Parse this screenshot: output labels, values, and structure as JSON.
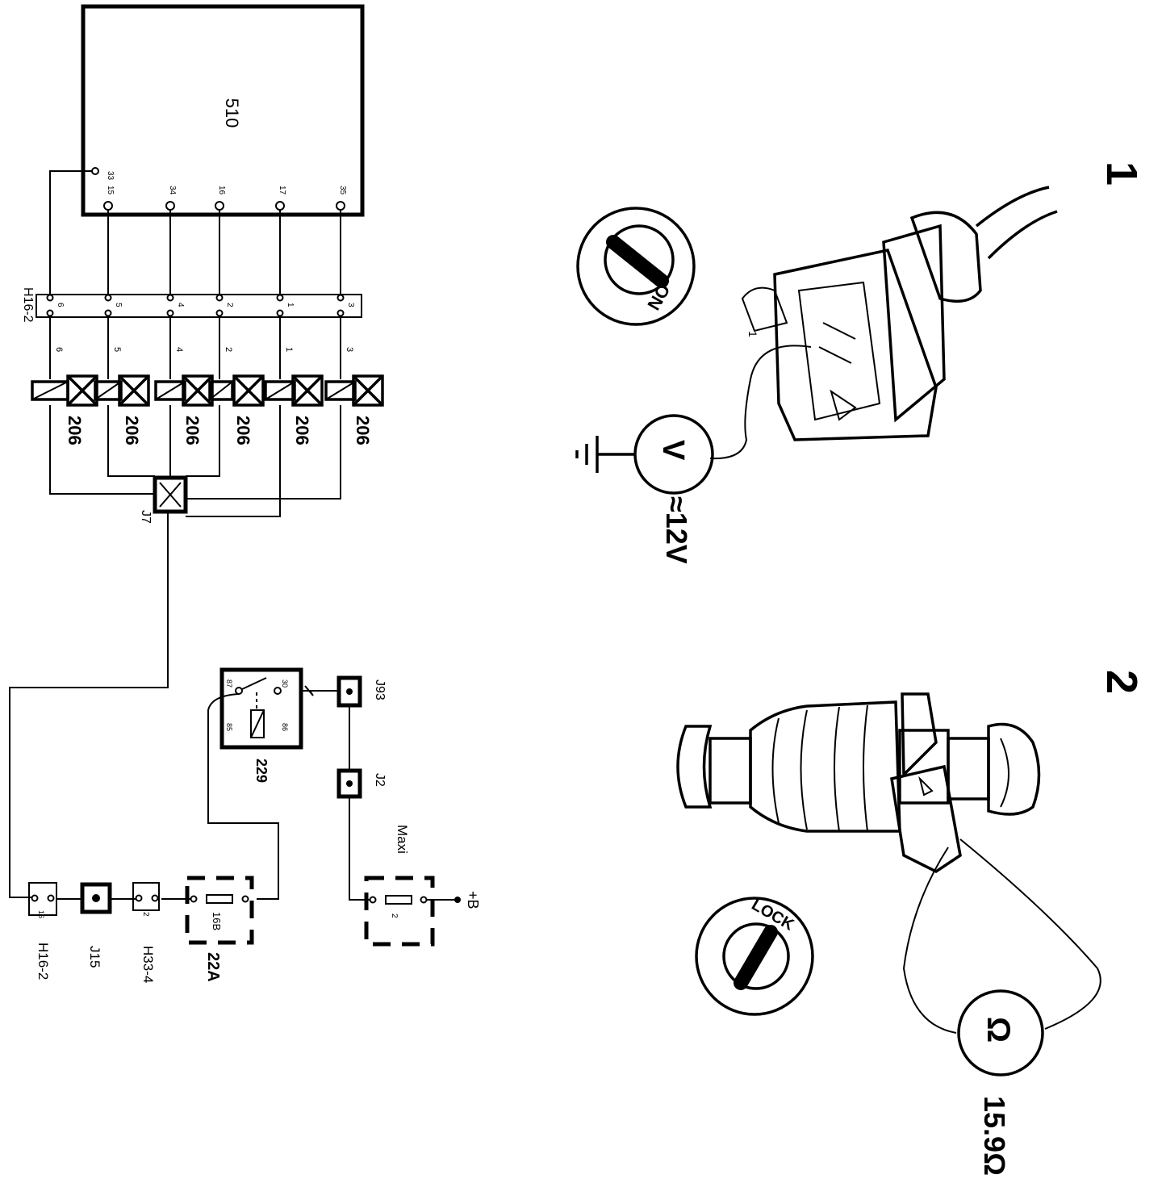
{
  "figure": {
    "ecu_label": "510",
    "ecu_pins": [
      "33",
      "15",
      "34",
      "16",
      "17",
      "35"
    ],
    "connector_h16_label": "H16-2",
    "connector_pins_top": [
      "6",
      "5",
      "4",
      "2",
      "1",
      "3"
    ],
    "connector_pins_bottom": [
      "6",
      "5",
      "4",
      "2",
      "1",
      "3"
    ],
    "injector_label": "206",
    "junction_j7": "J7",
    "relay_label": "229",
    "relay_pins": [
      "87",
      "30",
      "85",
      "86"
    ],
    "junction_j93": "J93",
    "junction_j2": "J2",
    "maxi_label": "Maxi",
    "maxi_pin": "2",
    "supply_label": "+B",
    "fuse_label_a": "16B",
    "fuse_label_b": "22A",
    "h33_label": "H33-4",
    "h33_pin": "2",
    "j15_label": "J15",
    "h16_bottom_label": "H16-2",
    "h16_bottom_pin": "16"
  },
  "tests": [
    {
      "number": "1",
      "ignition_label": "ON",
      "meter_symbol": "V",
      "reading": "≈12V",
      "connector_pin": "1"
    },
    {
      "number": "2",
      "ignition_label": "LOCK",
      "meter_symbol": "Ω",
      "reading": "15.9Ω"
    }
  ]
}
